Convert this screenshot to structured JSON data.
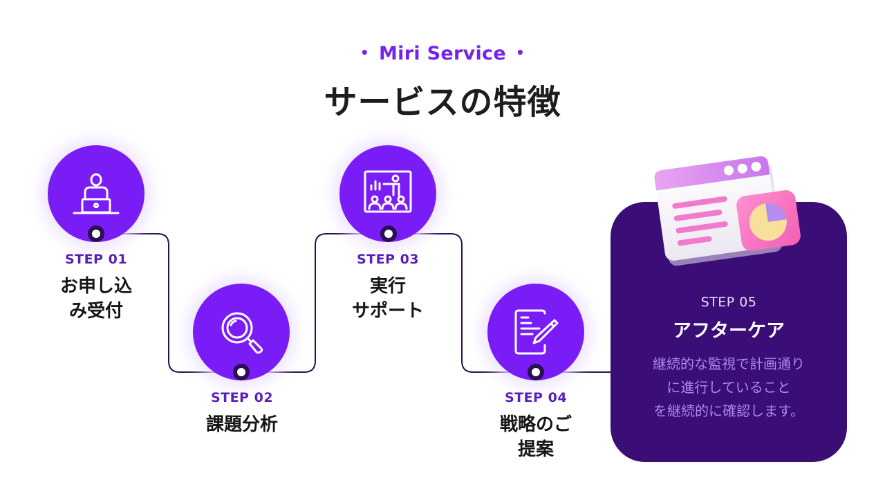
{
  "header": {
    "eyebrow": "Miri Service",
    "title": "サービスの特徴"
  },
  "steps": [
    {
      "number": "STEP 01",
      "title_lines": [
        "お申し込",
        "み受付"
      ],
      "icon": "person-laptop-icon"
    },
    {
      "number": "STEP 02",
      "title_lines": [
        "課題分析"
      ],
      "icon": "magnifier-icon"
    },
    {
      "number": "STEP 03",
      "title_lines": [
        "実行",
        "サポート"
      ],
      "icon": "presentation-board-icon"
    },
    {
      "number": "STEP 04",
      "title_lines": [
        "戦略のご",
        "提案"
      ],
      "icon": "document-pen-icon"
    },
    {
      "number": "STEP 05",
      "title_lines": [
        "アフターケア"
      ],
      "icon": "browser-chart-icon",
      "description_lines": [
        "継続的な監視で計画通り",
        "に進行していること",
        "を継続的に確認します。"
      ]
    }
  ],
  "colors": {
    "accent": "#7423ea",
    "circle": "#7a1cf6",
    "connector": "#2a0f52",
    "card": "#3b0d77",
    "step_label": "#5a1fb8",
    "card_description": "#a98ae8"
  }
}
